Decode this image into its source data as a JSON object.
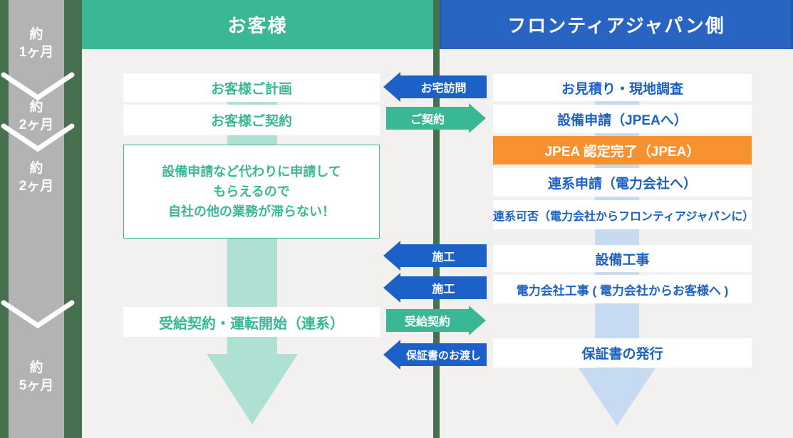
{
  "page": {
    "background_color": "#47714e",
    "panel_color": "#f2f1f0",
    "timeline_bar_color": "#b3b3b3"
  },
  "timeline": {
    "labels": [
      {
        "line1": "約",
        "line2": "1ヶ月"
      },
      {
        "line1": "約",
        "line2": "2ヶ月"
      },
      {
        "line1": "約",
        "line2": "2ヶ月"
      },
      {
        "line1": "約",
        "line2": "5ヶ月"
      }
    ]
  },
  "customer_column": {
    "header": "お客様",
    "header_color": "#3ab795",
    "accent_color": "#3ab795",
    "big_arrow_color": "#aee0d4",
    "steps": [
      "お客様ご計画",
      "お客様ご契約",
      "受給契約・運転開始（連系）"
    ],
    "note_lines": [
      "設備申請など代わりに申請して",
      "もらえるので",
      "自社の他の業務が滞らない！"
    ]
  },
  "company_column": {
    "header": "フロンティアジャパン側",
    "header_color": "#2865c3",
    "accent_color": "#1b61c4",
    "highlight_color": "#f89231",
    "big_arrow_color": "#c6dbf1",
    "steps": [
      "お見積り・現地調査",
      "設備申請（JPEAへ）",
      "JPEA 認定完了（JPEA）",
      "連系申請（電力会社へ）",
      "連系可否（電力会社からフロンティアジャパンに）",
      "設備工事",
      "電力会社工事 ( 電力会社からお客様へ )",
      "保証書の発行"
    ]
  },
  "flow_arrows": [
    {
      "label": "お宅訪問",
      "direction": "left",
      "color": "#1b61c8"
    },
    {
      "label": "ご契約",
      "direction": "right",
      "color": "#3ab795"
    },
    {
      "label": "施工",
      "direction": "left",
      "color": "#1b61c8"
    },
    {
      "label": "施工",
      "direction": "left",
      "color": "#1b61c8"
    },
    {
      "label": "受給契約",
      "direction": "right",
      "color": "#3ab795"
    },
    {
      "label": "保証書のお渡し",
      "direction": "left",
      "color": "#1b61c8"
    }
  ]
}
